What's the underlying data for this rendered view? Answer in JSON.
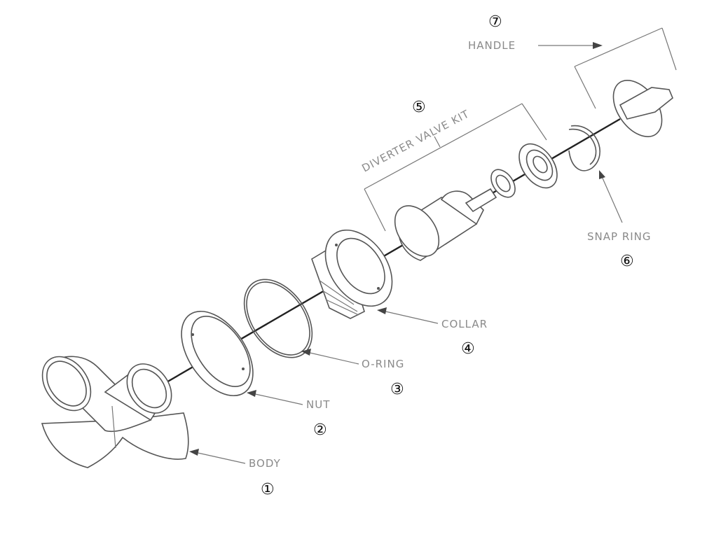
{
  "parts": [
    {
      "number": "①",
      "label": "BODY"
    },
    {
      "number": "②",
      "label": "NUT"
    },
    {
      "number": "③",
      "label": "O-RING"
    },
    {
      "number": "④",
      "label": "COLLAR"
    },
    {
      "number": "⑤",
      "label": "DIVERTER VALVE KIT"
    },
    {
      "number": "⑥",
      "label": "SNAP RING"
    },
    {
      "number": "⑦",
      "label": "HANDLE"
    }
  ]
}
